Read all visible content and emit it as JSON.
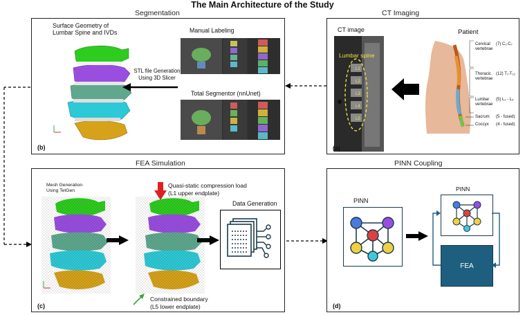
{
  "title": "The Main Architecture of the Study",
  "sections": {
    "segmentation": "Segmentation",
    "ct_imaging": "CT Imaging",
    "fea_simulation": "FEA Simulation",
    "pinn_coupling": "PINN Coupling"
  },
  "panel_a": {
    "tag": "(a)",
    "ct_image_label": "CT image",
    "lumbar_label": "Lumbar spine",
    "vertebra_labels": [
      "L1",
      "L2",
      "L3",
      "L4",
      "L5"
    ],
    "patient_label": "Patient",
    "anatomy": [
      {
        "name": "Cervical\nvertebrae",
        "count": "(7) C₁-C₇"
      },
      {
        "name": "Thoracic\nvertebrae",
        "count": "(12) T₁-T₁₂"
      },
      {
        "name": "Lumbar\nvertebrae",
        "count": "(5) L₁ - L₅"
      },
      {
        "name": "Sacrum",
        "count": "(5 - fused)"
      },
      {
        "name": "Coccyx",
        "count": "(4 - fused)"
      }
    ]
  },
  "panel_b": {
    "tag": "(b)",
    "surface_label": "Surface Geometry of\nLumbar Spine and IVDs",
    "stl_label": "STL file Generation\nUsing 3D Slicer",
    "manual_label": "Manual Labeling",
    "total_label": "Total Segmentor (nnUnet)"
  },
  "panel_c": {
    "tag": "(c)",
    "mesh_label": "Mesh Generation\nUsing TetGen",
    "load_label": "Quasi-static compression load\n(L1 upper endplate)",
    "boundary_label": "Constrained boundary\n(L5 lower endplate)",
    "data_gen_label": "Data Generation"
  },
  "panel_d": {
    "tag": "(d)",
    "pinn_left": "PINN",
    "pinn_right": "PINN",
    "fea_label": "FEA"
  },
  "colors": {
    "l1": "#2ecc1f",
    "l2": "#9a4ee0",
    "l3": "#5fa88e",
    "l4": "#2ec9d6",
    "l5": "#d6a21a",
    "fea_box": "#1e5f80",
    "load_arrow": "#e02020",
    "boundary_arrow": "#3aa83a",
    "lumbar_outline": "#f0e040"
  },
  "icons": [
    "spine-model-icon",
    "ct-slice-icon",
    "neural-network-icon",
    "document-stack-icon",
    "block-arrow-icon"
  ]
}
